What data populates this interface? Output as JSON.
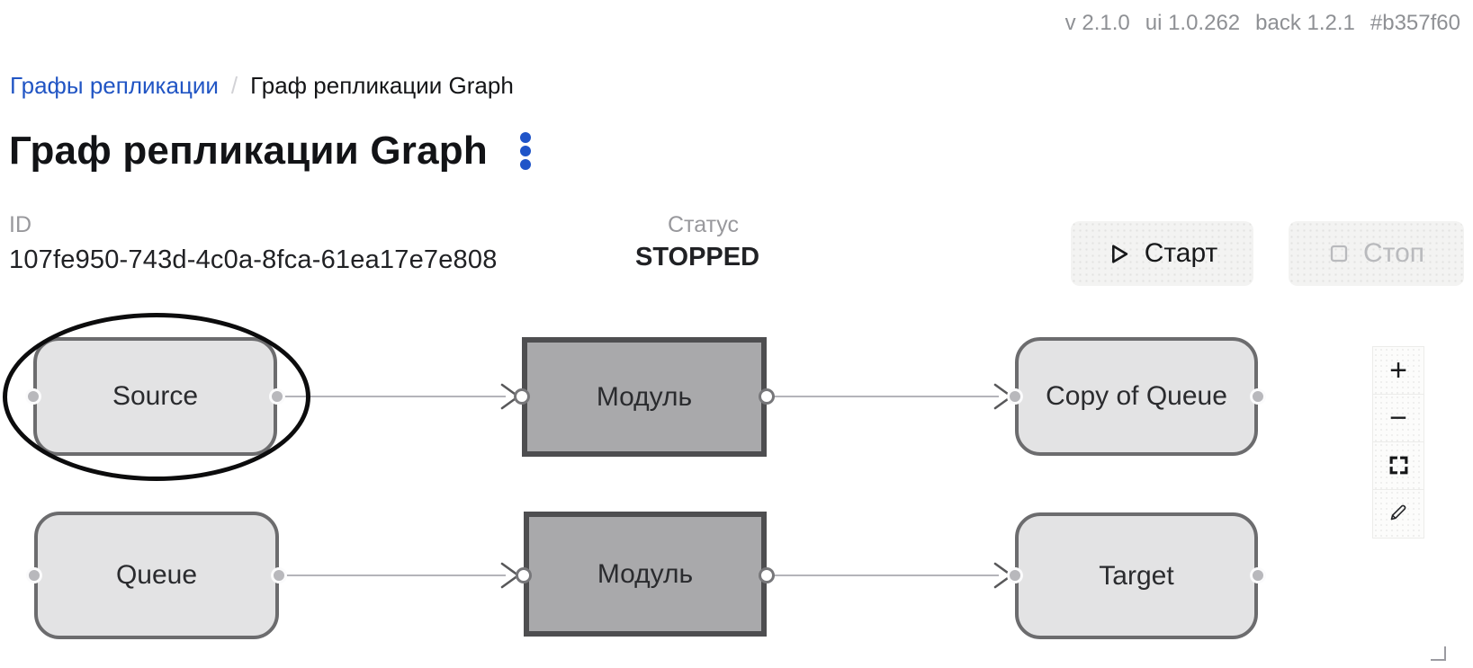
{
  "header": {
    "version_items": [
      "v 2.1.0",
      "ui 1.0.262",
      "back 1.2.1",
      "#b357f60"
    ]
  },
  "breadcrumb": {
    "parent_label": "Графы репликации",
    "separator": "/",
    "current_label": "Граф репликации Graph"
  },
  "page": {
    "title": "Граф репликации Graph",
    "kebab_menu_icon": "three-vertical-dots"
  },
  "info": {
    "id_label": "ID",
    "id_value": "107fe950-743d-4c0a-8fca-61ea17e7e808",
    "status_label": "Статус",
    "status_value": "STOPPED"
  },
  "actions": {
    "start_label": "Старт",
    "start_icon": "play-outline",
    "stop_label": "Стоп",
    "stop_icon": "stop-square-outline",
    "stop_disabled": true
  },
  "graph": {
    "nodes": [
      {
        "id": "source",
        "label": "Source",
        "shape": "rounded",
        "row": 1,
        "col": 1,
        "annotated": "circled-with-black-ellipse"
      },
      {
        "id": "module-top",
        "label": "Модуль",
        "shape": "rectangle",
        "row": 1,
        "col": 2
      },
      {
        "id": "copy-of-queue",
        "label": "Copy of Queue",
        "shape": "rounded",
        "row": 1,
        "col": 3
      },
      {
        "id": "queue",
        "label": "Queue",
        "shape": "rounded",
        "row": 2,
        "col": 1
      },
      {
        "id": "module-bottom",
        "label": "Модуль",
        "shape": "rectangle",
        "row": 2,
        "col": 2
      },
      {
        "id": "target",
        "label": "Target",
        "shape": "rounded",
        "row": 2,
        "col": 3
      }
    ],
    "edges": [
      {
        "from": "source",
        "to": "module-top"
      },
      {
        "from": "module-top",
        "to": "copy-of-queue"
      },
      {
        "from": "queue",
        "to": "module-bottom"
      },
      {
        "from": "module-bottom",
        "to": "target"
      }
    ]
  },
  "zoom_controls": [
    {
      "name": "zoom-in",
      "glyph": "+"
    },
    {
      "name": "zoom-out",
      "glyph": "−"
    },
    {
      "name": "fit-view",
      "glyph": "corner-brackets"
    },
    {
      "name": "edit",
      "glyph": "pencil"
    }
  ],
  "colors": {
    "accent_blue": "#2155c4",
    "kebab_blue": "#1f54c8",
    "node_fill": "#e3e3e4",
    "node_border": "#6c6c6e",
    "module_fill": "#a9a9ab",
    "module_border": "#4e4e50",
    "edge_line": "#b4b4ba",
    "arrowhead": "#58585a",
    "annotation": "#0c0c0d",
    "button_bg": "#f3f3f2",
    "disabled_text": "#b9babd",
    "muted_label": "#98989c",
    "version_text": "#8e9094"
  }
}
